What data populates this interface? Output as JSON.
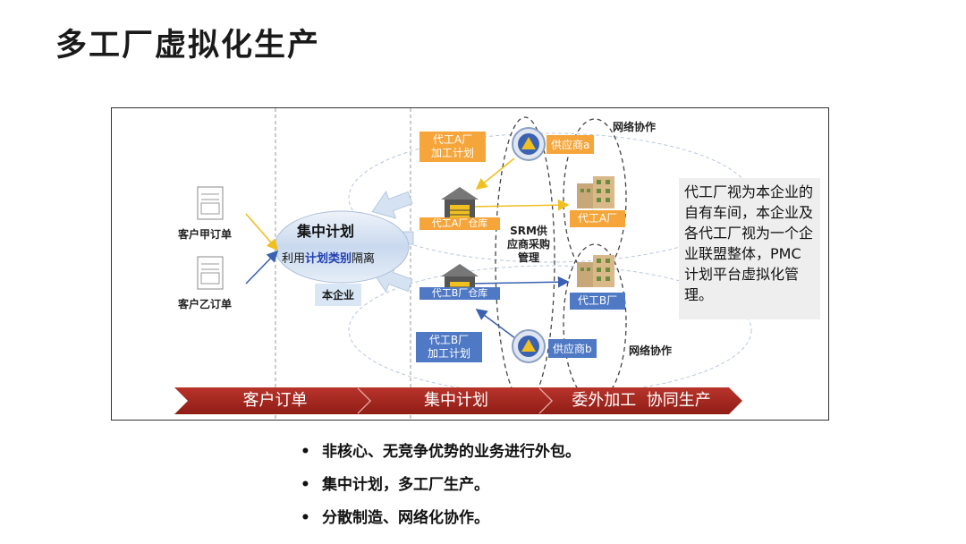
{
  "title": "多工厂虚拟化生产",
  "diagram": {
    "orders": {
      "order_a": "客户甲订单",
      "order_b": "客户乙订单"
    },
    "central": {
      "title": "集中计划",
      "subtitle_prefix": "利用",
      "subtitle_highlight": "计划类别",
      "subtitle_suffix": "隔离",
      "company_tag": "本企业"
    },
    "factory_a": {
      "plan": "代工A厂\n加工计划",
      "warehouse": "代工A厂仓库",
      "factory": "代工A厂",
      "supplier": "供应商a",
      "network": "网络协作"
    },
    "factory_b": {
      "plan": "代工B厂\n加工计划",
      "warehouse": "代工B厂仓库",
      "factory": "代工B厂",
      "supplier": "供应商b",
      "network": "网络协作"
    },
    "srm": "SRM供\n应商采购\n管理",
    "note": "代工厂视为本企业的自有车间，本企业及各代工厂视为一个企业联盟整体，PMC计划平台虚拟化管理。",
    "stages": [
      "客户订单",
      "集中计划",
      "委外加工  协同生产"
    ],
    "colors": {
      "orange": "#f5a53a",
      "blue": "#4f79c4",
      "stage_red": "#a2251e",
      "highlight_blue": "#1f3fb3",
      "arrow_yellow": "#f0c020"
    }
  },
  "bullets": [
    "非核心、无竞争优势的业务进行外包。",
    "集中计划，多工厂生产。",
    "分散制造、网络化协作。"
  ],
  "bullet_symbol": "•"
}
